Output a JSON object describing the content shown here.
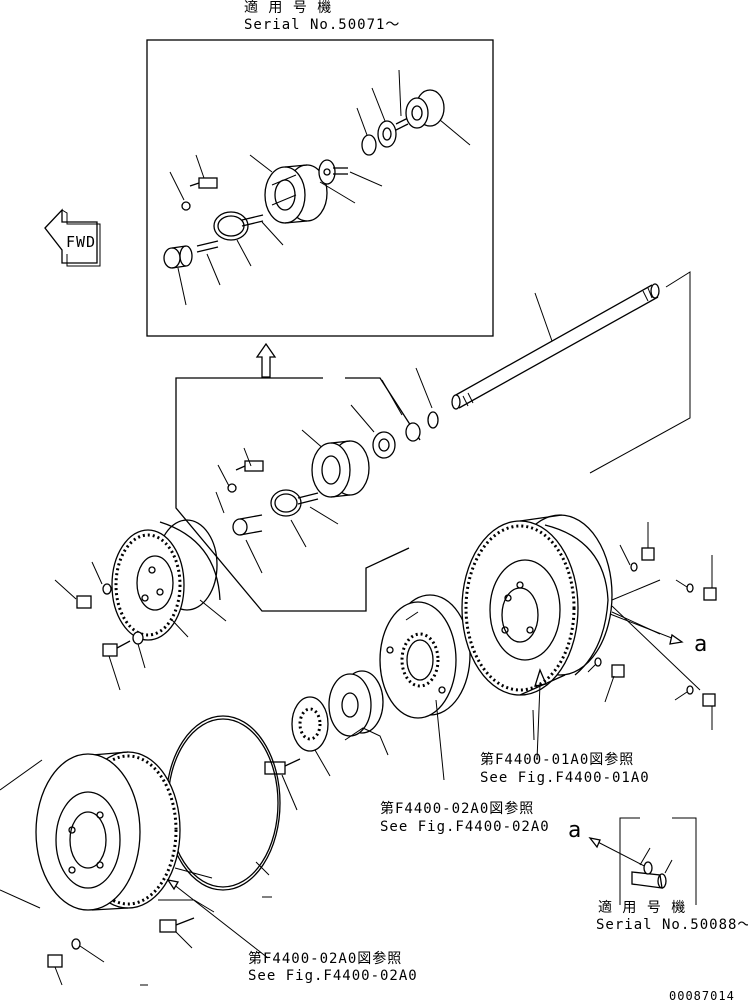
{
  "top_box": {
    "applicable_jp": "適 用 号 機",
    "serial": "Serial No.50071～"
  },
  "fwd_label": "FWD",
  "refs": [
    {
      "jp": "第F4400-01A0図参照",
      "en": "See Fig.F4400-01A0"
    },
    {
      "jp": "第F4400-02A0図参照",
      "en": "See Fig.F4400-02A0"
    },
    {
      "jp": "第F4400-02A0図参照",
      "en": "See Fig.F4400-02A0"
    }
  ],
  "callout_a": "a",
  "bottom_box": {
    "applicable_jp": "適 用 号 機",
    "serial": "Serial No.50088～"
  },
  "drawing_number": "00087014"
}
